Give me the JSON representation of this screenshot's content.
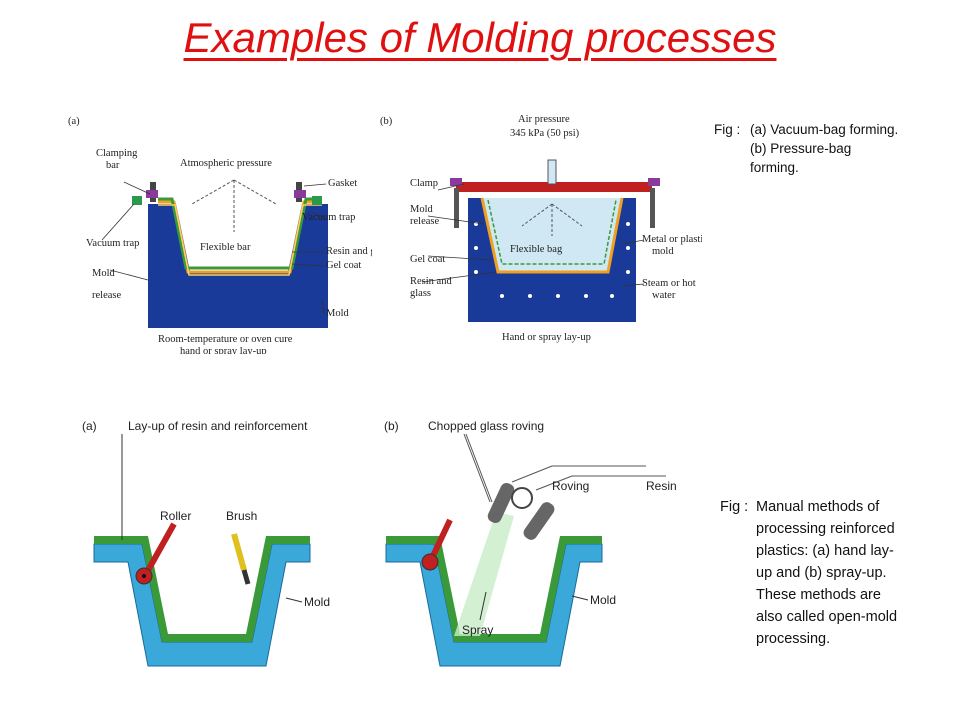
{
  "title": "Examples of Molding processes",
  "fig1": {
    "caption_prefix": "Fig :",
    "caption_lines": [
      "(a) Vacuum-bag forming.",
      "(b) Pressure-bag",
      "forming."
    ]
  },
  "fig2": {
    "caption_prefix": "Fig :",
    "caption_lines": [
      "Manual methods of",
      "processing reinforced",
      "plastics: (a) hand lay-",
      "up and (b) spray-up.",
      "These methods are",
      "also called open-mold",
      "processing."
    ]
  },
  "vacuum_bag": {
    "tag": "(a)",
    "clamping_bar": [
      "Clamping",
      "bar"
    ],
    "atmospheric": "Atmospheric pressure",
    "gasket": "Gasket",
    "vacuum_trap_right": "Vacuum trap",
    "vacuum_trap_left": "Vacuum trap",
    "flexible_bar": "Flexible bar",
    "resin_glass": "Resin and glass",
    "gel_coat": "Gel coat",
    "mold_release": [
      "Mold",
      "release"
    ],
    "mold": "Mold",
    "footer": [
      "Room-temperature or oven cure",
      "hand or spray lay-up"
    ]
  },
  "pressure_bag": {
    "tag": "(b)",
    "air_pressure": [
      "Air pressure",
      "345 kPa (50 psi)"
    ],
    "clamp": "Clamp",
    "mold_release": [
      "Mold",
      "release"
    ],
    "flexible_bag": "Flexible bag",
    "gel_coat": "Gel coat",
    "resin_glass": [
      "Resin and",
      "glass"
    ],
    "metal_mold": [
      "Metal or plastic",
      "mold"
    ],
    "steam": [
      "Steam or hot",
      "water"
    ],
    "footer": "Hand or spray lay-up"
  },
  "hand_layup": {
    "tag": "(a)",
    "heading": "Lay-up of resin and reinforcement",
    "roller": "Roller",
    "brush": "Brush",
    "mold": "Mold"
  },
  "spray_up": {
    "tag": "(b)",
    "heading": "Chopped glass roving",
    "roving": "Roving",
    "resin": "Resin",
    "spray": "Spray",
    "mold": "Mold"
  },
  "colors": {
    "title": "#e01010",
    "mold_blue_dark": "#1a3a9a",
    "mold_blue_light": "#3aa8d8",
    "reinforcement_green": "#3a9a3a",
    "clamp_red": "#c02020",
    "resin_orange": "#f0a020"
  }
}
